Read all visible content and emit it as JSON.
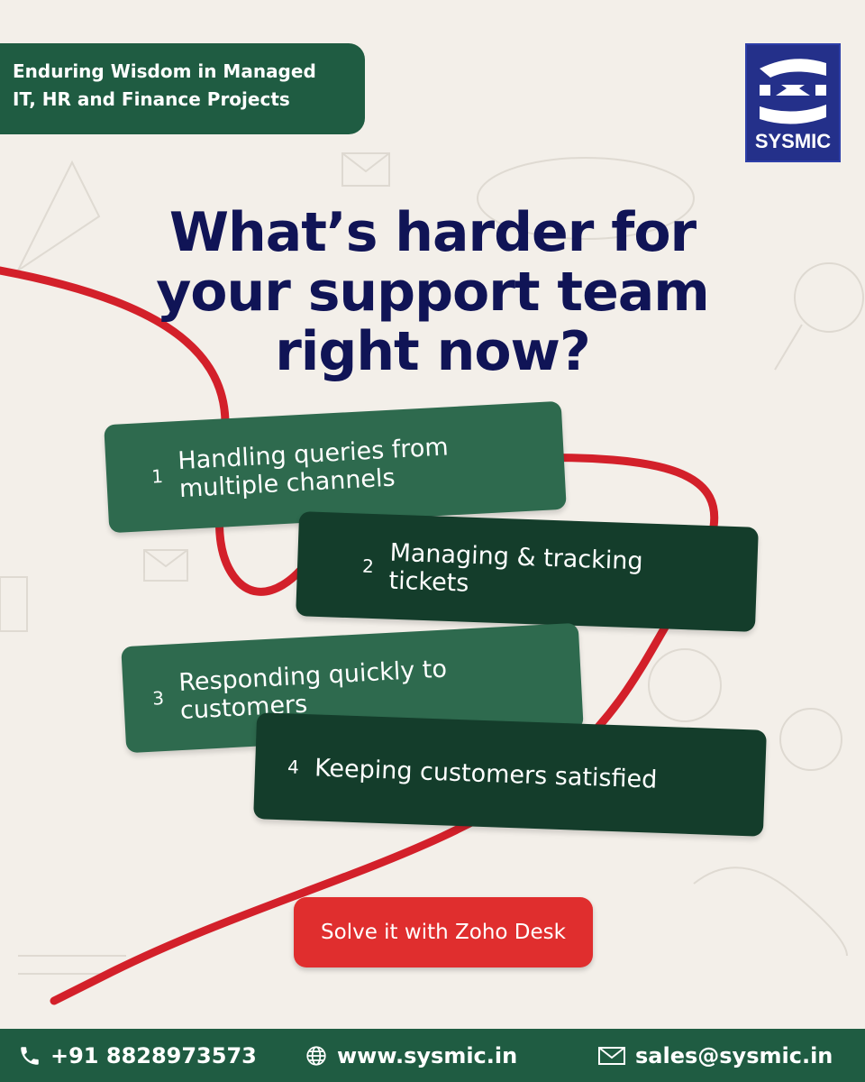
{
  "tagline": {
    "line1": "Enduring Wisdom in Managed",
    "line2": "IT, HR and Finance Projects"
  },
  "logo": {
    "wordmark": "SYSMIC",
    "icon": "sysmic-logo"
  },
  "headline": {
    "line1": "What’s harder for",
    "line2": "your support team",
    "line3": "right now?"
  },
  "options": [
    {
      "number": "1",
      "text": "Handling queries from multiple channels"
    },
    {
      "number": "2",
      "text": "Managing & tracking tickets"
    },
    {
      "number": "3",
      "text": "Responding quickly to customers"
    },
    {
      "number": "4",
      "text": "Keeping customers satisfied"
    }
  ],
  "cta": {
    "label": "Solve it with Zoho Desk"
  },
  "footer": {
    "phone": "+91 8828973573",
    "website": "www.sysmic.in",
    "email": "sales@sysmic.in",
    "icons": [
      "phone-icon",
      "globe-icon",
      "mail-icon"
    ]
  },
  "colors": {
    "brand_green": "#1f5c42",
    "card_light": "#2e6a4e",
    "card_dark": "#143d2b",
    "headline_navy": "#101456",
    "accent_red": "#e02e2e",
    "logo_blue": "#24308a"
  }
}
